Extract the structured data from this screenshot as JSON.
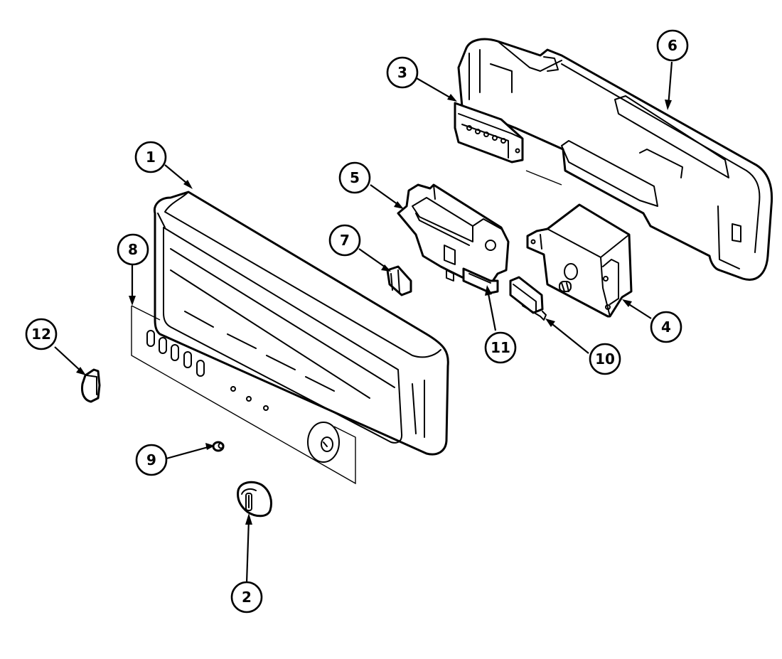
{
  "diagram": {
    "callouts": [
      {
        "id": "c1",
        "label": "1",
        "part": "control-panel-frame"
      },
      {
        "id": "c2",
        "label": "2",
        "part": "knob"
      },
      {
        "id": "c3",
        "label": "3",
        "part": "terminal-block"
      },
      {
        "id": "c4",
        "label": "4",
        "part": "timer"
      },
      {
        "id": "c5",
        "label": "5",
        "part": "latch-bracket"
      },
      {
        "id": "c6",
        "label": "6",
        "part": "rear-cover"
      },
      {
        "id": "c7",
        "label": "7",
        "part": "small-clip"
      },
      {
        "id": "c8",
        "label": "8",
        "part": "control-panel-overlay"
      },
      {
        "id": "c9",
        "label": "9",
        "part": "indicator-lens"
      },
      {
        "id": "c10",
        "label": "10",
        "part": "micro-switch"
      },
      {
        "id": "c11",
        "label": "11",
        "part": "latch-strike"
      },
      {
        "id": "c12",
        "label": "12",
        "part": "push-button"
      }
    ]
  }
}
